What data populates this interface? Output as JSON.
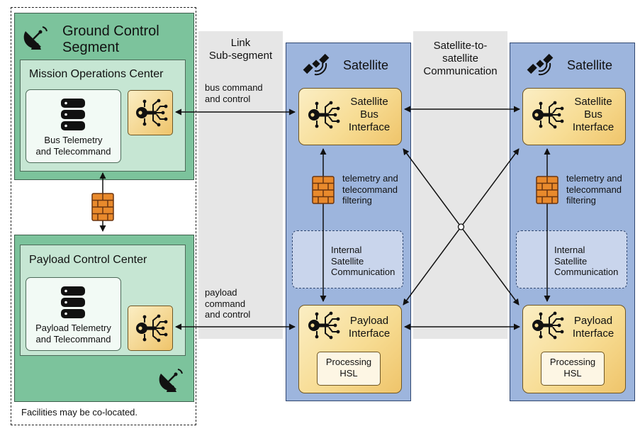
{
  "ground": {
    "title": "Ground Control\nSegment",
    "moc": {
      "title": "Mission Operations Center",
      "db_label": "Bus Telemetry\nand Telecommand"
    },
    "pcc": {
      "title": "Payload Control Center",
      "db_label": "Payload Telemetry\nand Telecommand"
    },
    "note": "Facilities may be co-located."
  },
  "bands": {
    "link": "Link\nSub-segment",
    "sat2sat": "Satellite-to-\nsatellite\nCommunication"
  },
  "edges": {
    "bus_cmd": "bus command\nand control",
    "payload_cmd": "payload\ncommand\nand control"
  },
  "satellites": [
    {
      "title": "Satellite",
      "bus": "Satellite\nBus\nInterface",
      "filter": "telemetry and\ntelecommand\nfiltering",
      "internal": "Internal\nSatellite\nCommunication",
      "payload": "Payload\nInterface",
      "processing": "Processing\nHSL"
    },
    {
      "title": "Satellite",
      "bus": "Satellite\nBus\nInterface",
      "filter": "telemetry and\ntelecommand\nfiltering",
      "internal": "Internal\nSatellite\nCommunication",
      "payload": "Payload\nInterface",
      "processing": "Processing\nHSL"
    }
  ],
  "colors": {
    "ground_green": "#7cc39c",
    "satellite_blue": "#9db5dd",
    "interface_gold": "#f7dc93",
    "firewall_orange": "#e98a2c"
  },
  "icons": [
    "satellite-dish-icon",
    "database-icon",
    "key-chip-icon",
    "firewall-icon",
    "satellite-icon"
  ]
}
